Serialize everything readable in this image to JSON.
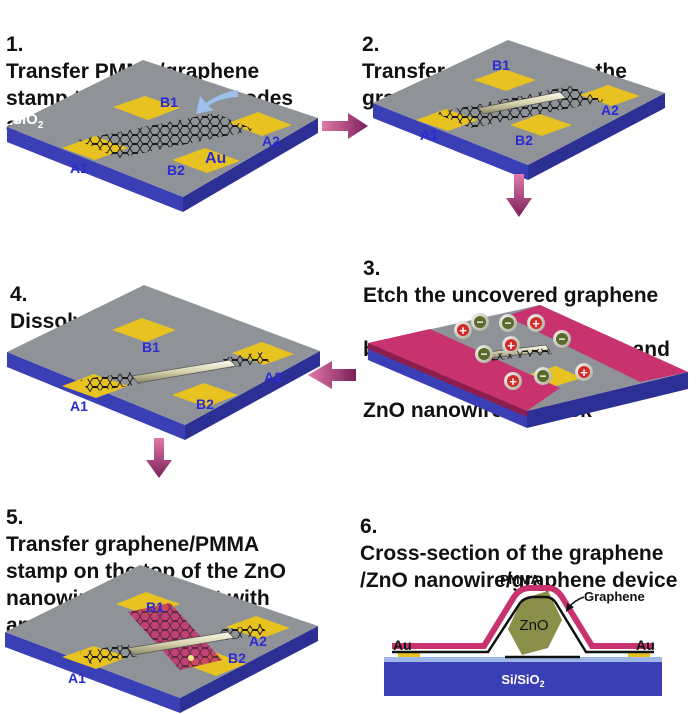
{
  "steps": [
    {
      "num": "1.",
      "title": "Transfer PMMA/graphene\nstamp to targeted electrodes\nand dissolve PMMA"
    },
    {
      "num": "2.",
      "title": "Transfer a ZnO wire on the\ngraphene surface"
    },
    {
      "num": "3.",
      "title_a": "Etch the uncovered graphene",
      "title_b_pre": "by O",
      "title_b_sub": "2",
      "title_b_post": " plasma using PMMA and",
      "title_c": "ZnO nanowire as mask"
    },
    {
      "num": "4.",
      "title": "Dissolve  PMMA"
    },
    {
      "num": "5.",
      "title": "Transfer graphene/PMMA\nstamp on the top of the ZnO\nnanowire and contact with\nanother pair of electrodes"
    },
    {
      "num": "6.",
      "title": "Cross-section of the graphene\n/ZnO nanowire/graphene device"
    }
  ],
  "labels": {
    "sio2_pre": "SiO",
    "sio2_sub": "2",
    "au": "Au",
    "a1": "A1",
    "a2": "A2",
    "b1": "B1",
    "b2": "B2",
    "plus": "+",
    "minus": "−"
  },
  "cross_section": {
    "pmma": "PMMA",
    "graphene": "Graphene",
    "zno": "ZnO",
    "au_left": "Au",
    "au_right": "Au",
    "substrate_pre": "Si/SiO",
    "substrate_sub": "2"
  },
  "colors": {
    "slab_top": "#8f9398",
    "slab_side": "#3b3fb5",
    "gold": "#e7c220",
    "pmma": "#c8336f",
    "arrow": "#b0306a",
    "zno": "#8a8f4a",
    "blue_label": "#2b2bd6"
  }
}
